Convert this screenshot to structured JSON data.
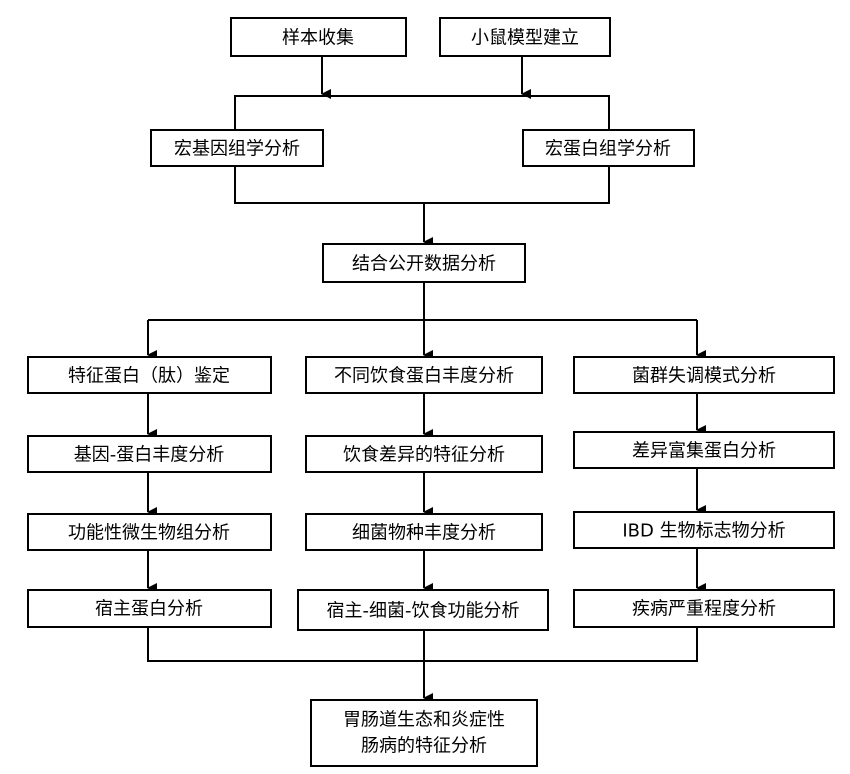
{
  "nodes": {
    "sample": "样本收集",
    "mouse": "小鼠模型建立",
    "metagenomics": "宏基因组学分析",
    "metaproteomics": "宏蛋白组学分析",
    "public": "结合公开数据分析",
    "col1": [
      "特征蛋白（肽）鉴定",
      "基因-蛋白丰度分析",
      "功能性微生物组分析",
      "宿主蛋白分析"
    ],
    "col2": [
      "不同饮食蛋白丰度分析",
      "饮食差异的特征分析",
      "细菌物种丰度分析",
      "宿主-细菌-饮食功能分析"
    ],
    "col3": [
      "菌群失调模式分析",
      "差异富集蛋白分析",
      "IBD 生物标志物分析",
      "疾病严重程度分析"
    ],
    "final": [
      "胃肠道生态和炎症性",
      "肠病的特征分析"
    ]
  }
}
